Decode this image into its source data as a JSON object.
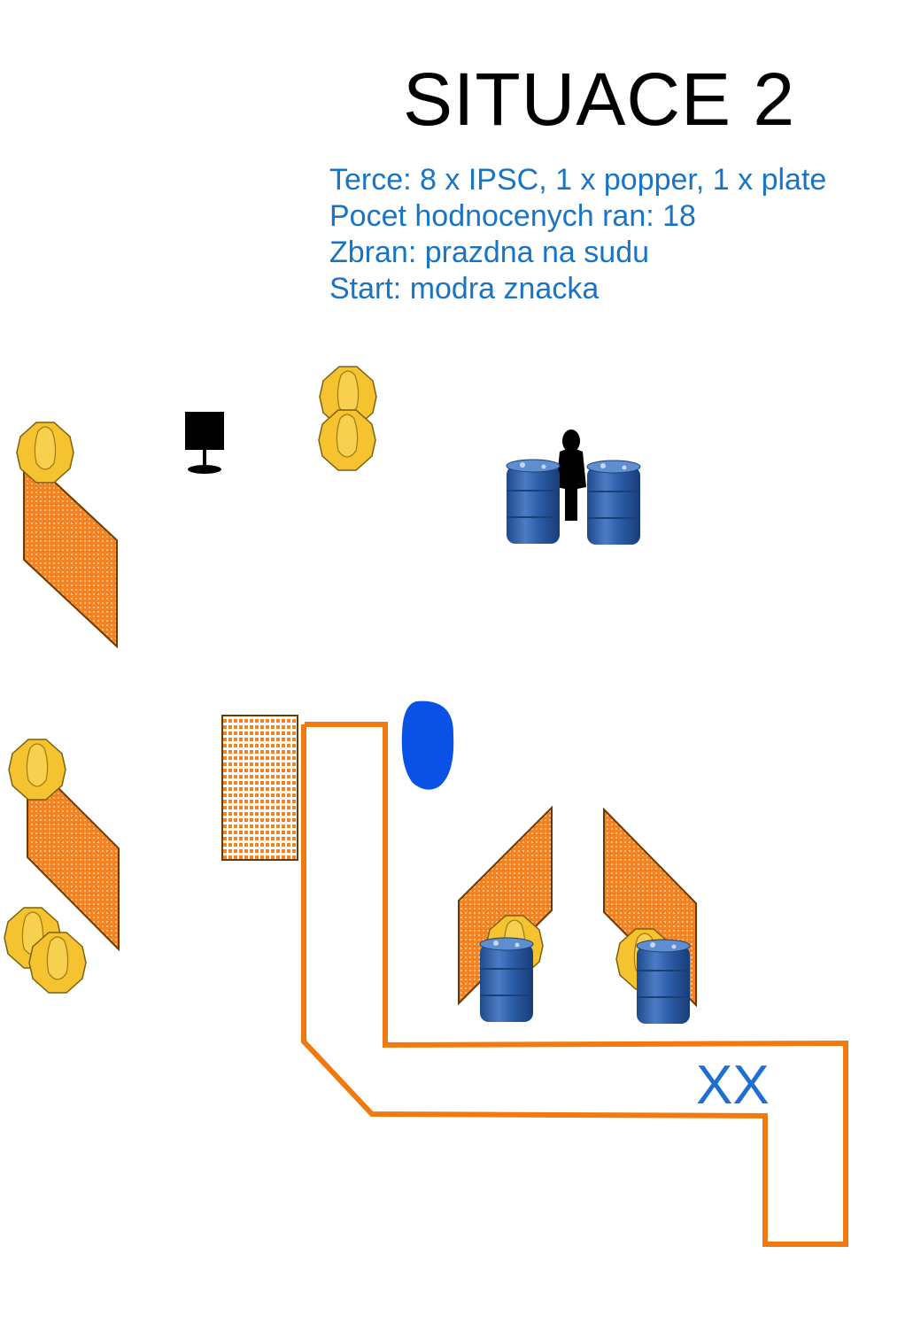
{
  "title": "SITUACE 2",
  "info": {
    "targets": "Terce: 8 x IPSC, 1 x popper, 1 x plate",
    "rounds": "Pocet hodnocenych ran: 18",
    "weapon": "Zbran: prazdna na sudu",
    "start": "Start: modra znacka"
  },
  "mark": "XX",
  "colors": {
    "text_blue": "#1a74c4",
    "mark_blue": "#1f6fd0",
    "fence_orange": "#f07a10",
    "wall_fill": "#f58220",
    "target_yellow": "#f5c230",
    "barrel_blue": "#2c5ea8",
    "start_marker": "#0a52e6",
    "popper_black": "#000000"
  },
  "legend_icons": [
    "ipsc-target-icon",
    "popper-icon",
    "plate-icon",
    "barrel-icon",
    "no-shoot-silhouette-icon",
    "start-marker-icon",
    "wall-icon",
    "fault-line-icon"
  ]
}
